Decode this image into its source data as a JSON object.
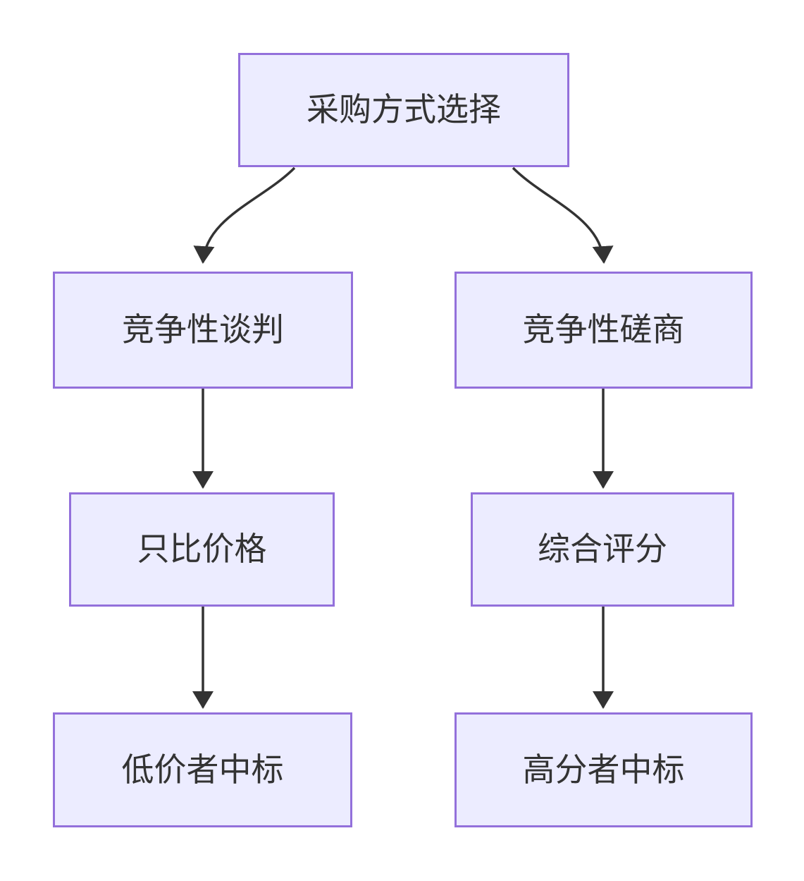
{
  "diagram": {
    "type": "flowchart",
    "direction": "top-down",
    "title": "采购方式选择",
    "nodes": [
      {
        "id": "root",
        "label": "采购方式选择"
      },
      {
        "id": "negotiation",
        "label": "竞争性谈判"
      },
      {
        "id": "consultation",
        "label": "竞争性磋商"
      },
      {
        "id": "price-only",
        "label": "只比价格"
      },
      {
        "id": "comprehensive-score",
        "label": "综合评分"
      },
      {
        "id": "lowest-price-wins",
        "label": "低价者中标"
      },
      {
        "id": "highest-score-wins",
        "label": "高分者中标"
      }
    ],
    "edges": [
      {
        "from": "root",
        "to": "negotiation"
      },
      {
        "from": "root",
        "to": "consultation"
      },
      {
        "from": "negotiation",
        "to": "price-only"
      },
      {
        "from": "consultation",
        "to": "comprehensive-score"
      },
      {
        "from": "price-only",
        "to": "lowest-price-wins"
      },
      {
        "from": "comprehensive-score",
        "to": "highest-score-wins"
      }
    ],
    "colors": {
      "node_fill": "#ECECFF",
      "node_border": "#9370DB",
      "edge": "#333333",
      "text": "#333333",
      "background": "#FFFFFF"
    }
  }
}
